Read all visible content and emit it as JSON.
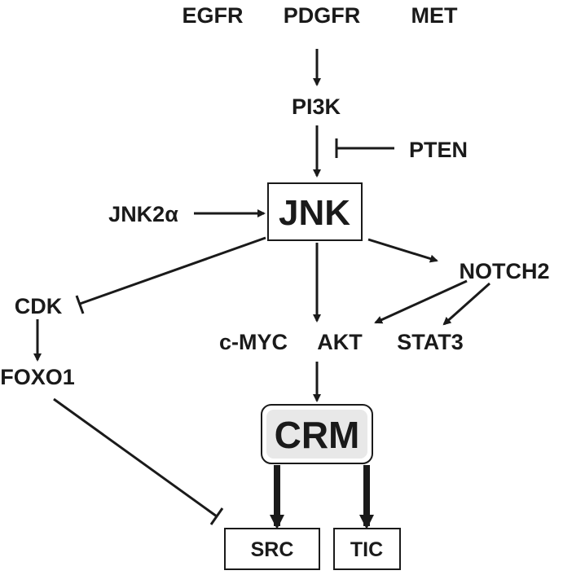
{
  "nodes": {
    "egfr": "EGFR",
    "pdgfr": "PDGFR",
    "met": "MET",
    "pi3k": "PI3K",
    "pten": "PTEN",
    "jnk2a": "JNK2α",
    "jnk": "JNK",
    "notch2": "NOTCH2",
    "cdk": "CDK",
    "foxo1": "FOXO1",
    "cmyc": "c-MYC",
    "akt": "AKT",
    "stat3": "STAT3",
    "crm": "CRM",
    "src": "SRC",
    "tic": "TIC"
  },
  "edges": [
    {
      "from": "receptors",
      "to": "pi3k",
      "type": "activation"
    },
    {
      "from": "pi3k",
      "to": "jnk",
      "type": "activation"
    },
    {
      "from": "pten",
      "to": "pi3k-jnk",
      "type": "inhibition"
    },
    {
      "from": "jnk2a",
      "to": "jnk",
      "type": "activation"
    },
    {
      "from": "jnk",
      "to": "cdk",
      "type": "inhibition"
    },
    {
      "from": "jnk",
      "to": "notch2",
      "type": "activation"
    },
    {
      "from": "jnk",
      "to": "cmyc-akt",
      "type": "activation"
    },
    {
      "from": "notch2",
      "to": "akt",
      "type": "activation"
    },
    {
      "from": "notch2",
      "to": "stat3",
      "type": "activation"
    },
    {
      "from": "cdk",
      "to": "foxo1",
      "type": "activation"
    },
    {
      "from": "foxo1",
      "to": "src",
      "type": "inhibition"
    },
    {
      "from": "cmyc-akt",
      "to": "crm",
      "type": "activation"
    },
    {
      "from": "crm",
      "to": "src",
      "type": "strong-activation"
    },
    {
      "from": "crm",
      "to": "tic",
      "type": "strong-activation"
    }
  ]
}
